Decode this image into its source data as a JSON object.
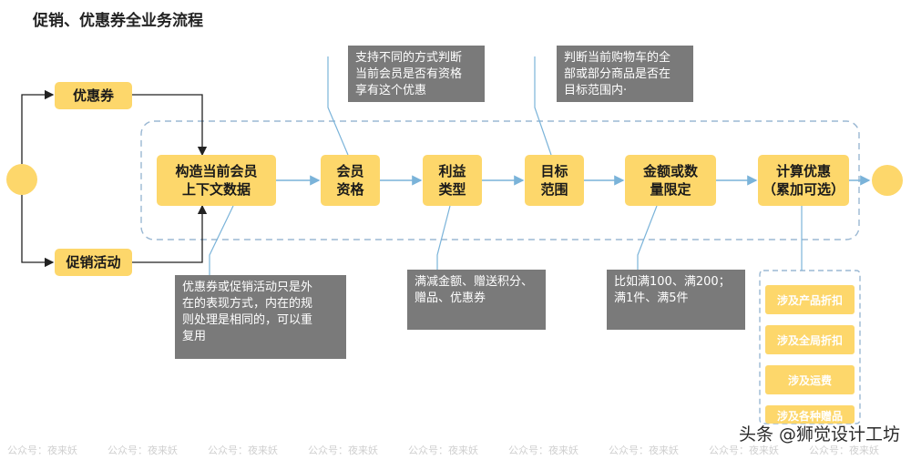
{
  "title": "促销、优惠券全业务流程",
  "inputs": {
    "coupon": "优惠券",
    "promotion": "促销活动"
  },
  "steps": {
    "build_context": "构造当前会员\n上下文数据",
    "member_qualification": "会员\n资格",
    "benefit_type": "利益\n类型",
    "target_scope": "目标\n范围",
    "amount_limit": "金额或数\n量限定",
    "calc_discount": "计算优惠\n（累加可选）"
  },
  "notes": {
    "qualification_note": "支持不同的方式判断\n当前会员是否有资格\n享有这个优惠",
    "target_note": "判断当前购物车的全\n部或部分商品是否在\n目标范围内·",
    "context_note": "优惠券或促销活动只是外\n在的表现方式，内在的规\n则处理是相同的，可以重\n复用",
    "benefit_note": "满减金额、赠送积分、\n赠品、优惠券",
    "amount_note": "比如满100、满200；\n满1件、满5件"
  },
  "calc_items": [
    "涉及产品折扣",
    "涉及全局折扣",
    "涉及运费",
    "涉及各种赠品"
  ],
  "watermark": "公众号：夜来妖",
  "corner_watermark": "头条 @狮觉设计工坊",
  "colors": {
    "box": "#fdd76b",
    "note": "#7a7a7a",
    "connector": "#7ab3d9",
    "dashed": "#9bb8d3"
  }
}
